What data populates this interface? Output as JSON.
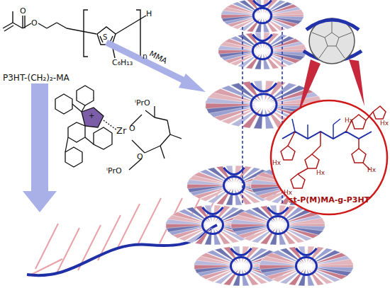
{
  "diagram": {
    "nodes": [
      {
        "text": [
          "st-P(M)MA-g-P3HT"
        ]
      }
    ],
    "labels": [
      "O",
      "O",
      "S",
      "H",
      "n",
      "C₆H₁₃",
      "P3HT-(CH₂)₂-MA",
      "MMA",
      "+",
      "Zr",
      "ⁱPrO",
      "O",
      "O",
      "ⁱPrO",
      "Hx",
      "Hx",
      "Hx",
      "Hx",
      "Hx",
      "Hx"
    ]
  }
}
